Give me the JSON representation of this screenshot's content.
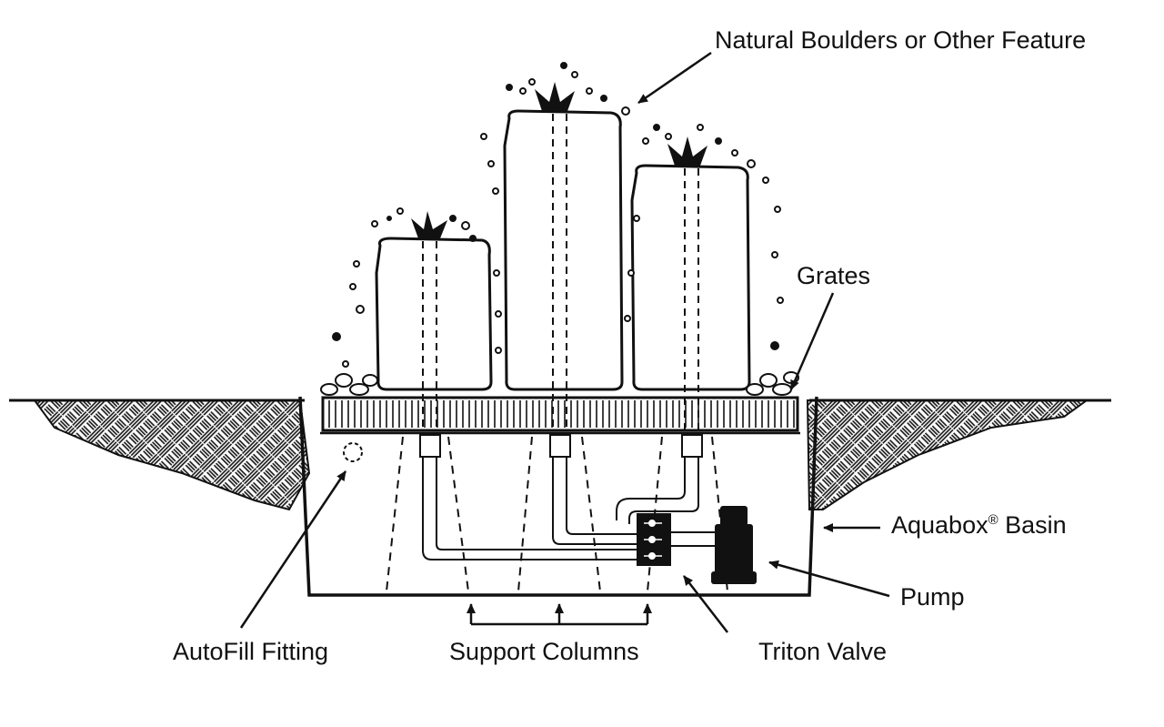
{
  "labels": {
    "boulders": "Natural Boulders or Other Feature",
    "grates": "Grates",
    "basin_main": "Aquabox",
    "basin_reg": "®",
    "basin_tail": " Basin",
    "pump": "Pump",
    "valve": "Triton Valve",
    "columns": "Support Columns",
    "autofill": "AutoFill Fitting"
  },
  "colors": {
    "ink": "#111111",
    "background": "#ffffff"
  }
}
